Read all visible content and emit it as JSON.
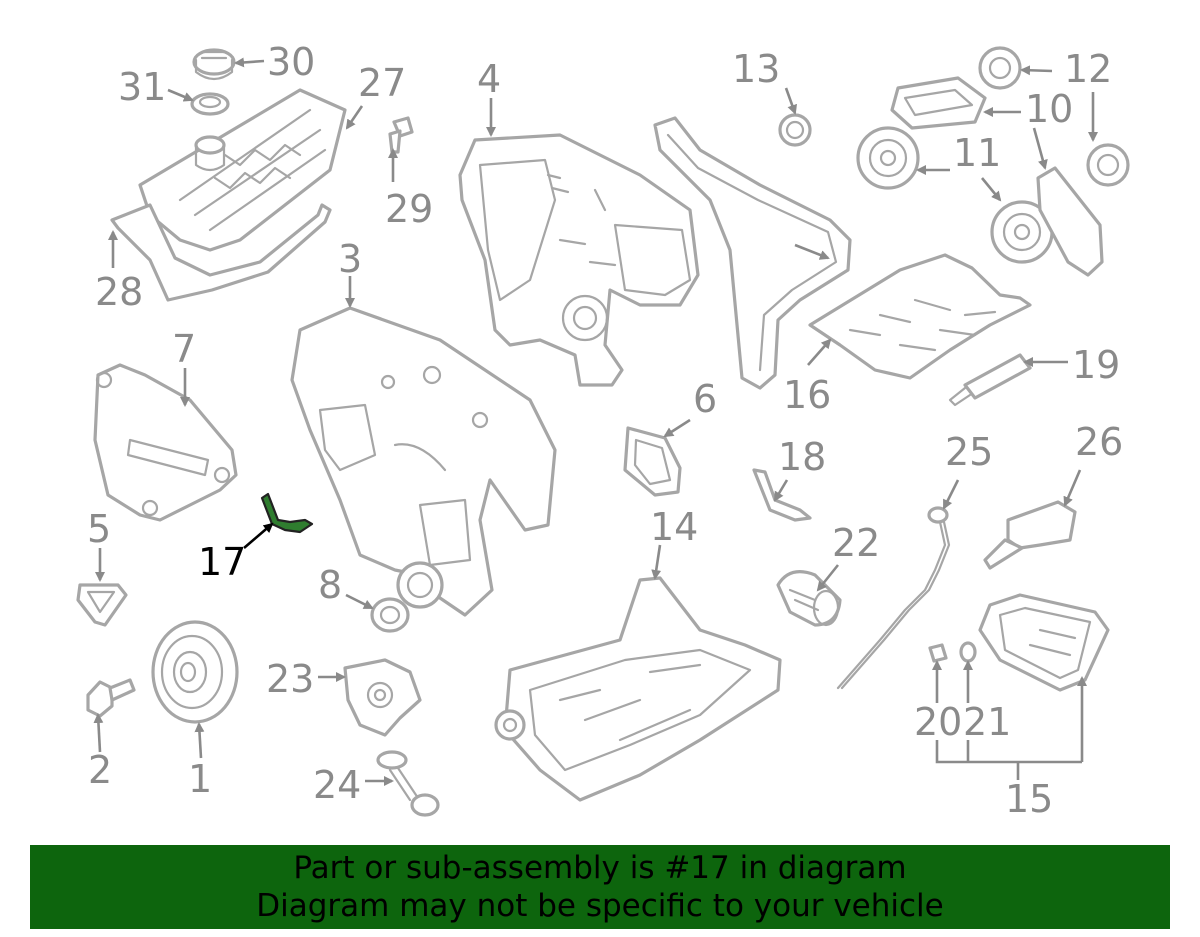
{
  "diagram": {
    "highlight_color": "#2f7d2f",
    "part_color": "#a6a6a6",
    "label_color": "#8a8a8a",
    "labels": {
      "p1": "1",
      "p2": "2",
      "p3": "3",
      "p4": "4",
      "p5": "5",
      "p6": "6",
      "p7": "7",
      "p8": "8",
      "p10": "10",
      "p11": "11",
      "p12": "12",
      "p13": "13",
      "p14": "14",
      "p15": "15",
      "p16": "16",
      "p17": "17",
      "p18": "18",
      "p19": "19",
      "p20": "20",
      "p21": "21",
      "p22": "22",
      "p23": "23",
      "p24": "24",
      "p25": "25",
      "p26": "26",
      "p27": "27",
      "p28": "28",
      "p29": "29",
      "p30": "30",
      "p31": "31"
    }
  },
  "banner": {
    "background": "#0d650d",
    "line1": "Part or sub-assembly is #17 in diagram",
    "line2": "Diagram may not be specific to your vehicle"
  }
}
